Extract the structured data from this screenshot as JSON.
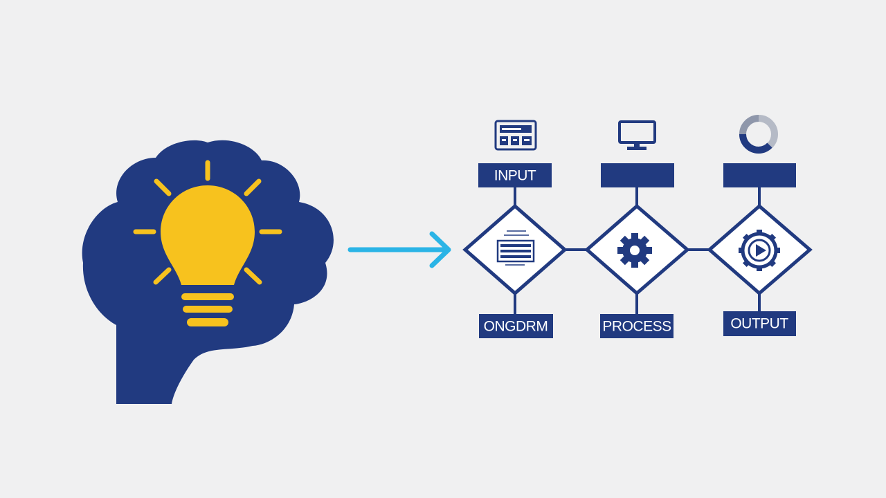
{
  "colors": {
    "background": "#f0f0f1",
    "navy": "#213a80",
    "yellow": "#f7c21e",
    "cyan": "#2ab4e6",
    "white": "#ffffff",
    "gray": "#b5bac6"
  },
  "diagram": {
    "top_labels": [
      "INPUT",
      "",
      ""
    ],
    "bottom_labels": [
      "ONGDRM",
      "PROCESS",
      "OUTPUT"
    ],
    "top_icons": [
      "keyboard-icon",
      "monitor-icon",
      "pie-chart-icon"
    ],
    "diamond_icons": [
      "document-icon",
      "gear-icon",
      "play-gear-icon"
    ]
  }
}
